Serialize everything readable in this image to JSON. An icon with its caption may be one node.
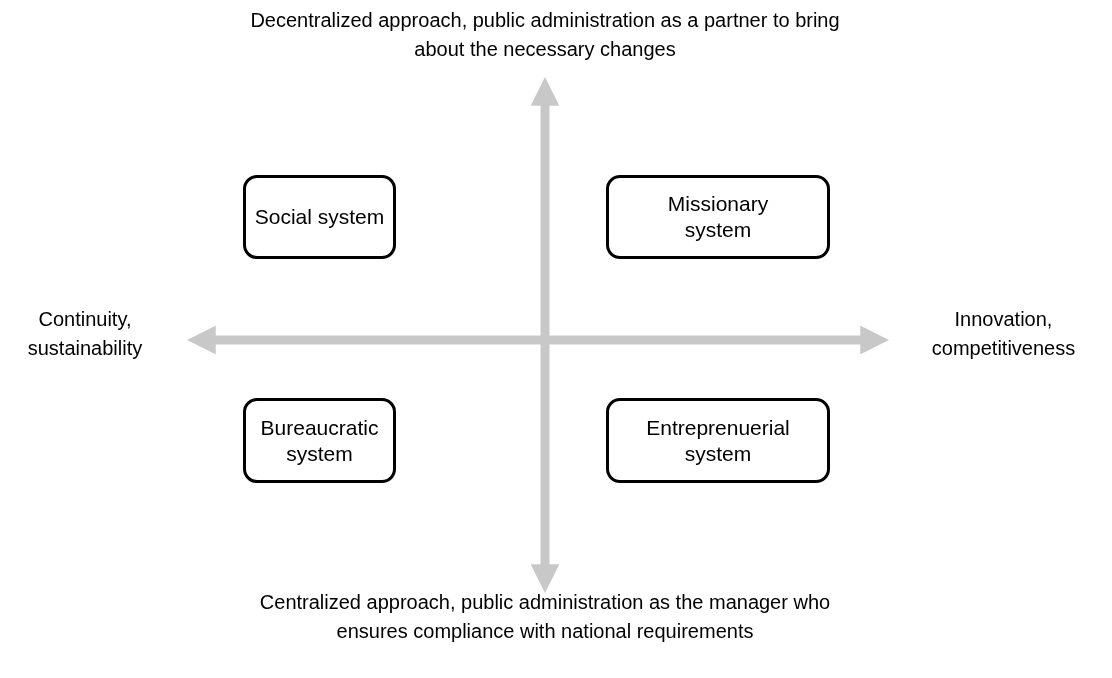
{
  "diagram": {
    "nodes": [
      {
        "text": [
          "Social system"
        ]
      },
      {
        "text": [
          "Missionary system"
        ]
      },
      {
        "text": [
          "Bureaucratic system"
        ]
      },
      {
        "text": [
          "Entreprenuerial system"
        ]
      }
    ],
    "labels": [
      "Decentralized approach, public administration as a partner to bring about the necessary changes",
      "Continuity, sustainability",
      "Innovation, competitiveness",
      "Centralized approach, public administration as the manager who ensures compliance with national requirements"
    ]
  }
}
